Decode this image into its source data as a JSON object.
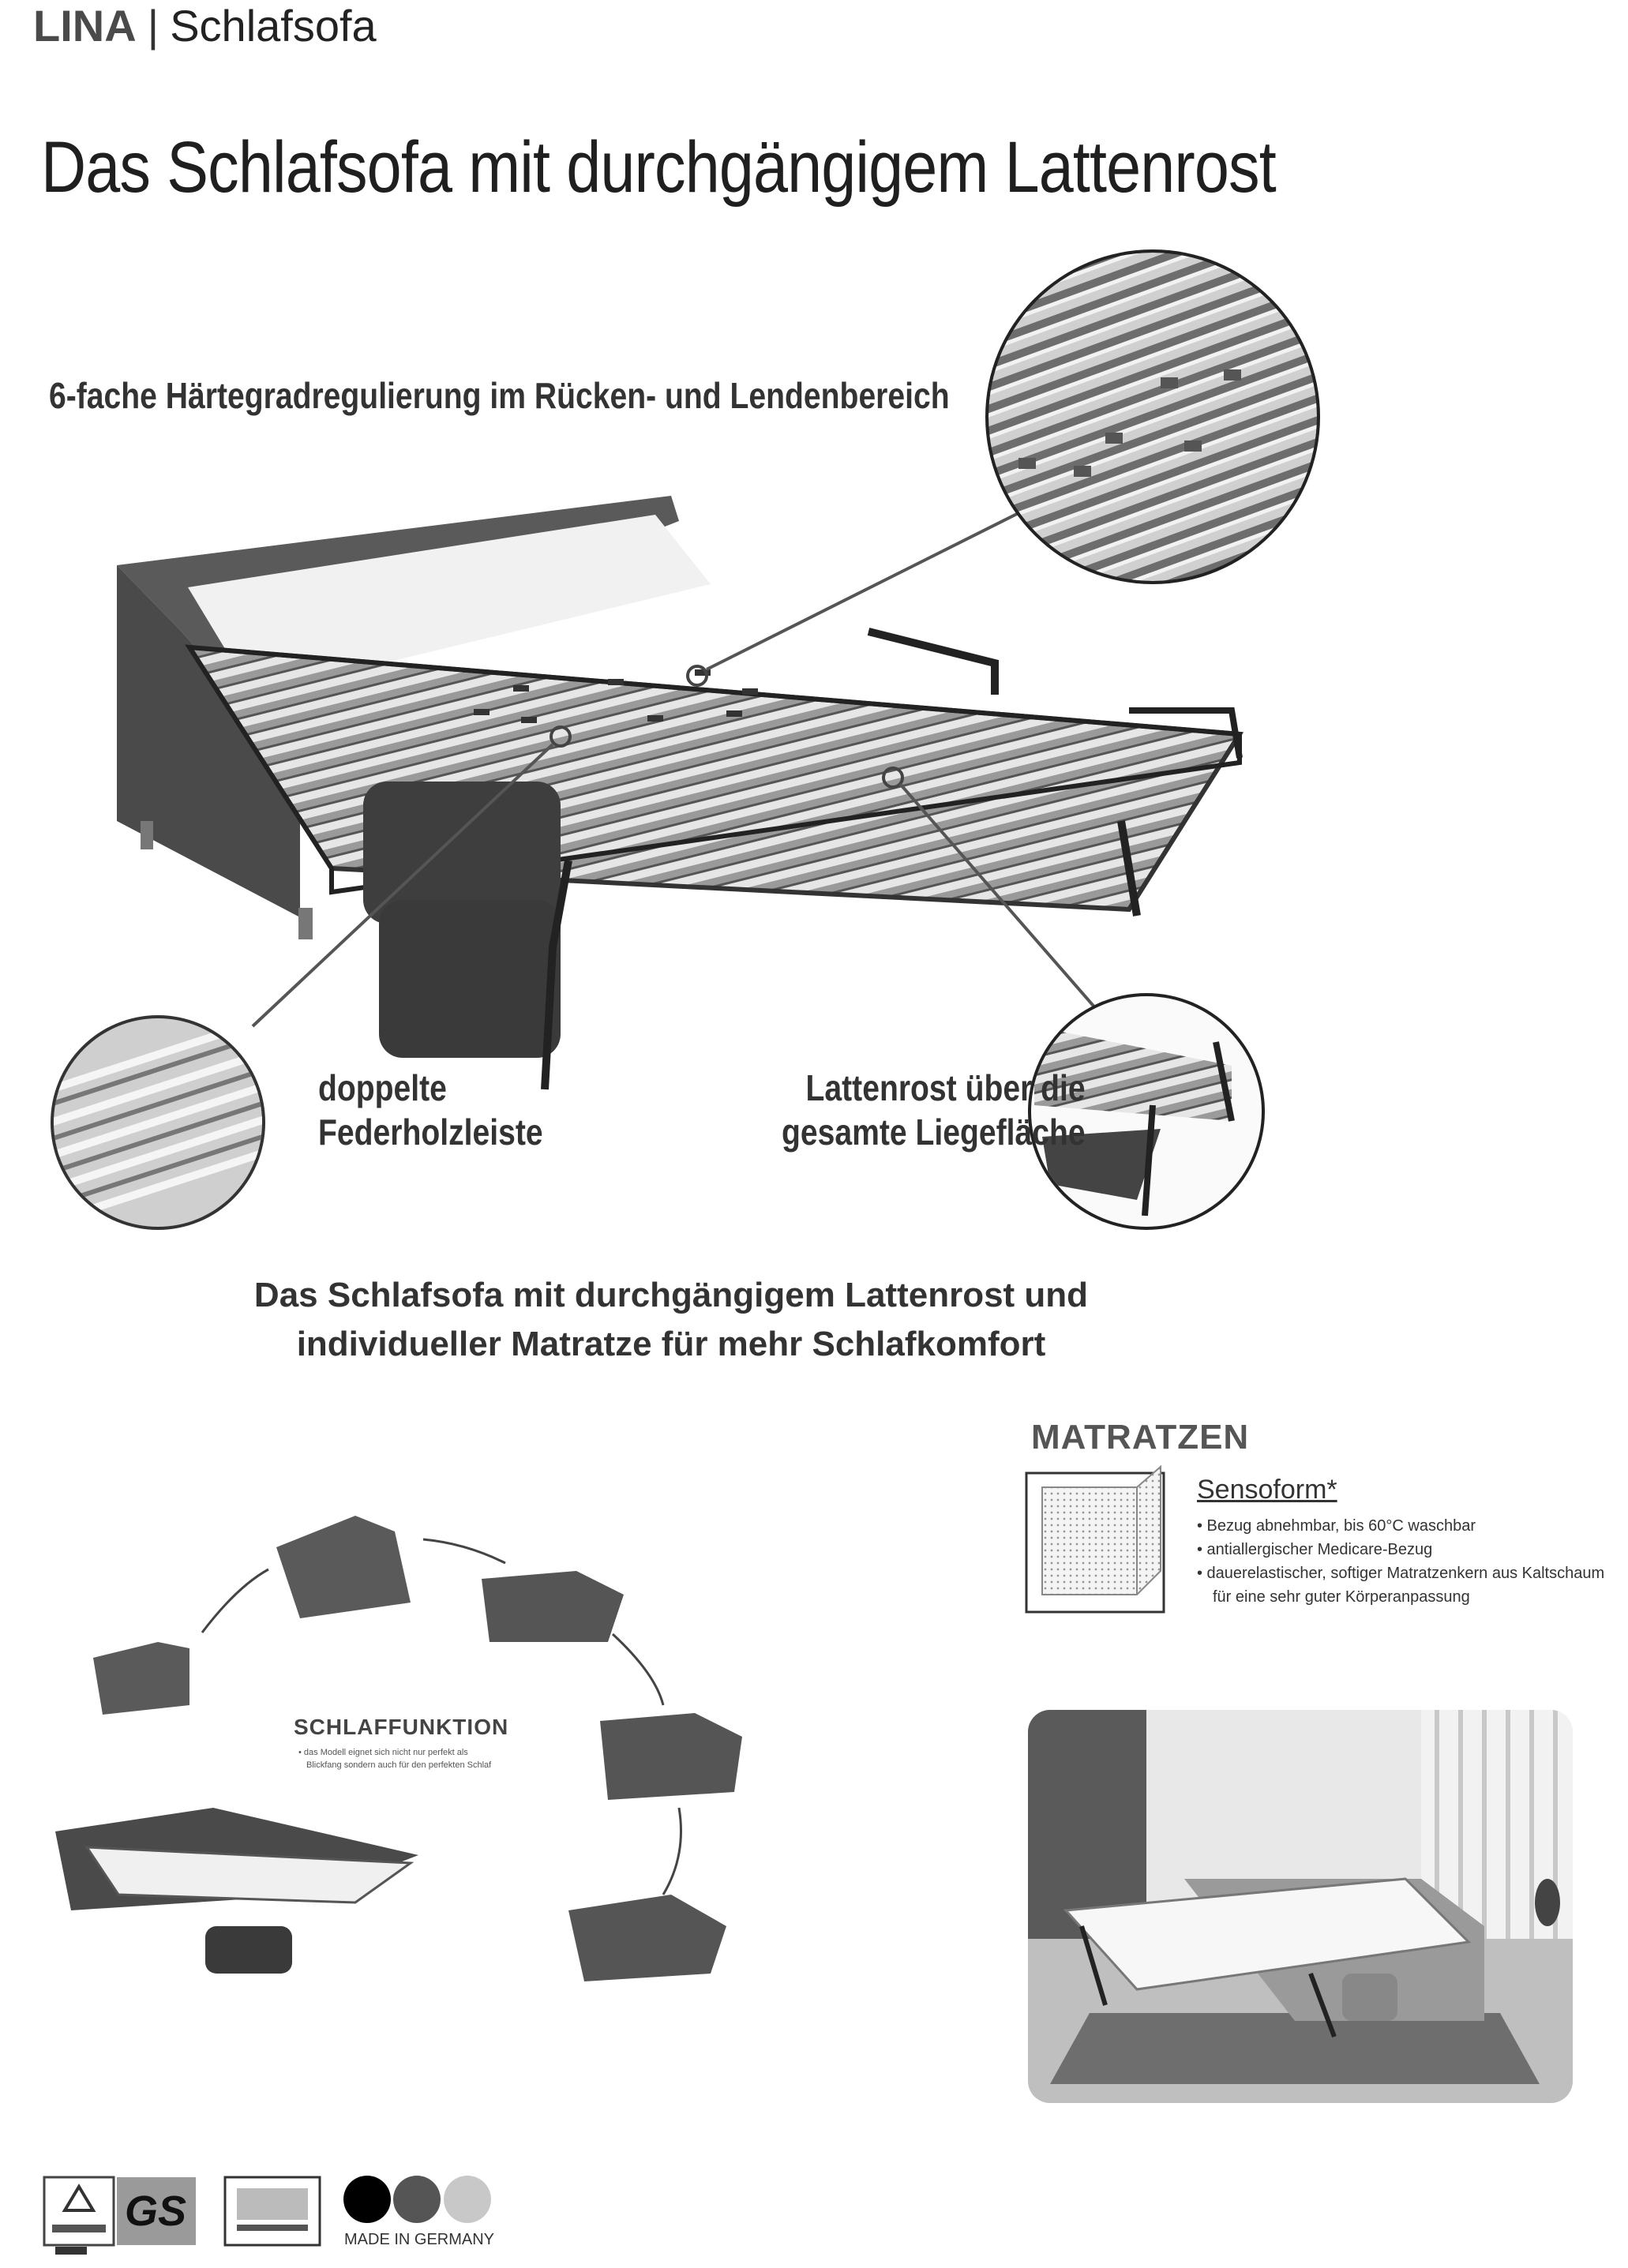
{
  "header": {
    "brand": "LINA",
    "separator": "|",
    "product": "Schlafsofa"
  },
  "main_title": "Das Schlafsofa mit durchgängigem Lattenrost",
  "callouts": {
    "haertegrad": "6-fache Härtegradregulierung im Rücken- und Lendenbereich",
    "federholz_line1": "doppelte",
    "federholz_line2": "Federholzleiste",
    "lattenrost_line1": "Lattenrost über die",
    "lattenrost_line2": "gesamte Liegefläche"
  },
  "caption": {
    "line1": "Das Schlafsofa mit durchgängigem Lattenrost und",
    "line2": "individueller Matratze für mehr Schlafkomfort"
  },
  "matratzen": {
    "heading": "MATRATZEN",
    "name": "Sensoform*",
    "features": [
      "• Bezug abnehmbar, bis 60°C waschbar",
      "• antiallergischer Medicare-Bezug",
      "• dauerelastischer, softiger Matratzenkern aus Kaltschaum",
      "für eine sehr guter Körperanpassung"
    ]
  },
  "schlaffunktion": {
    "heading": "SCHLAFFUNKTION",
    "text_line1": "• das Modell eignet sich nicht nur perfekt als",
    "text_line2": "Blickfang sondern auch für den perfekten Schlaf"
  },
  "footer": {
    "made_in": "MADE IN GERMANY",
    "color_swatches": [
      "#000000",
      "#555555",
      "#c8c8c8"
    ],
    "seal_gs": "GS"
  }
}
